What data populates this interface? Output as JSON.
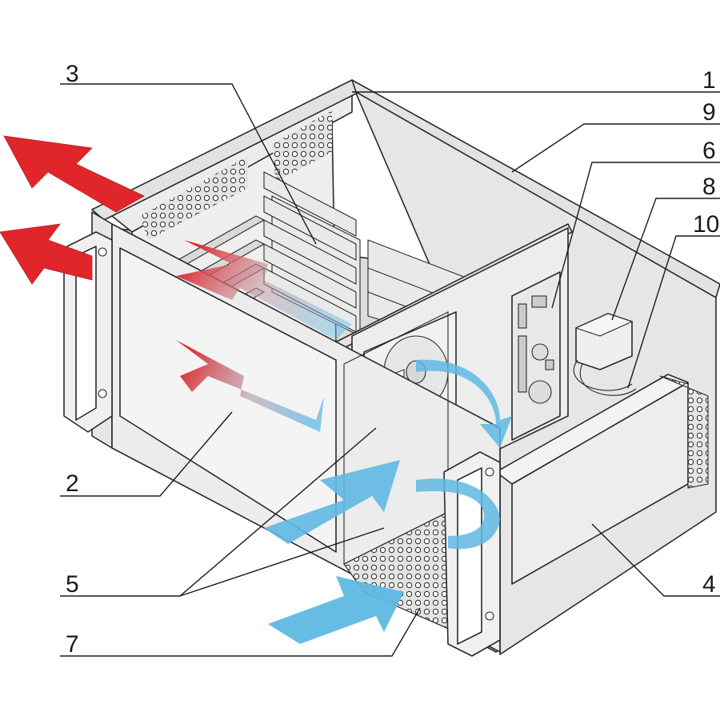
{
  "callouts": [
    {
      "id": "1",
      "text": "1"
    },
    {
      "id": "9",
      "text": "9"
    },
    {
      "id": "6",
      "text": "6"
    },
    {
      "id": "8",
      "text": "8"
    },
    {
      "id": "10",
      "text": "10"
    },
    {
      "id": "3",
      "text": "3"
    },
    {
      "id": "2",
      "text": "2"
    },
    {
      "id": "5",
      "text": "5"
    },
    {
      "id": "7",
      "text": "7"
    },
    {
      "id": "4",
      "text": "4"
    }
  ],
  "colors": {
    "exhaust_air": "#e0262b",
    "intake_air": "#5fb8e3",
    "chassis": "#e8e8e8",
    "chassis_dark": "#d4d4d4",
    "outline": "#2a2a2a"
  }
}
